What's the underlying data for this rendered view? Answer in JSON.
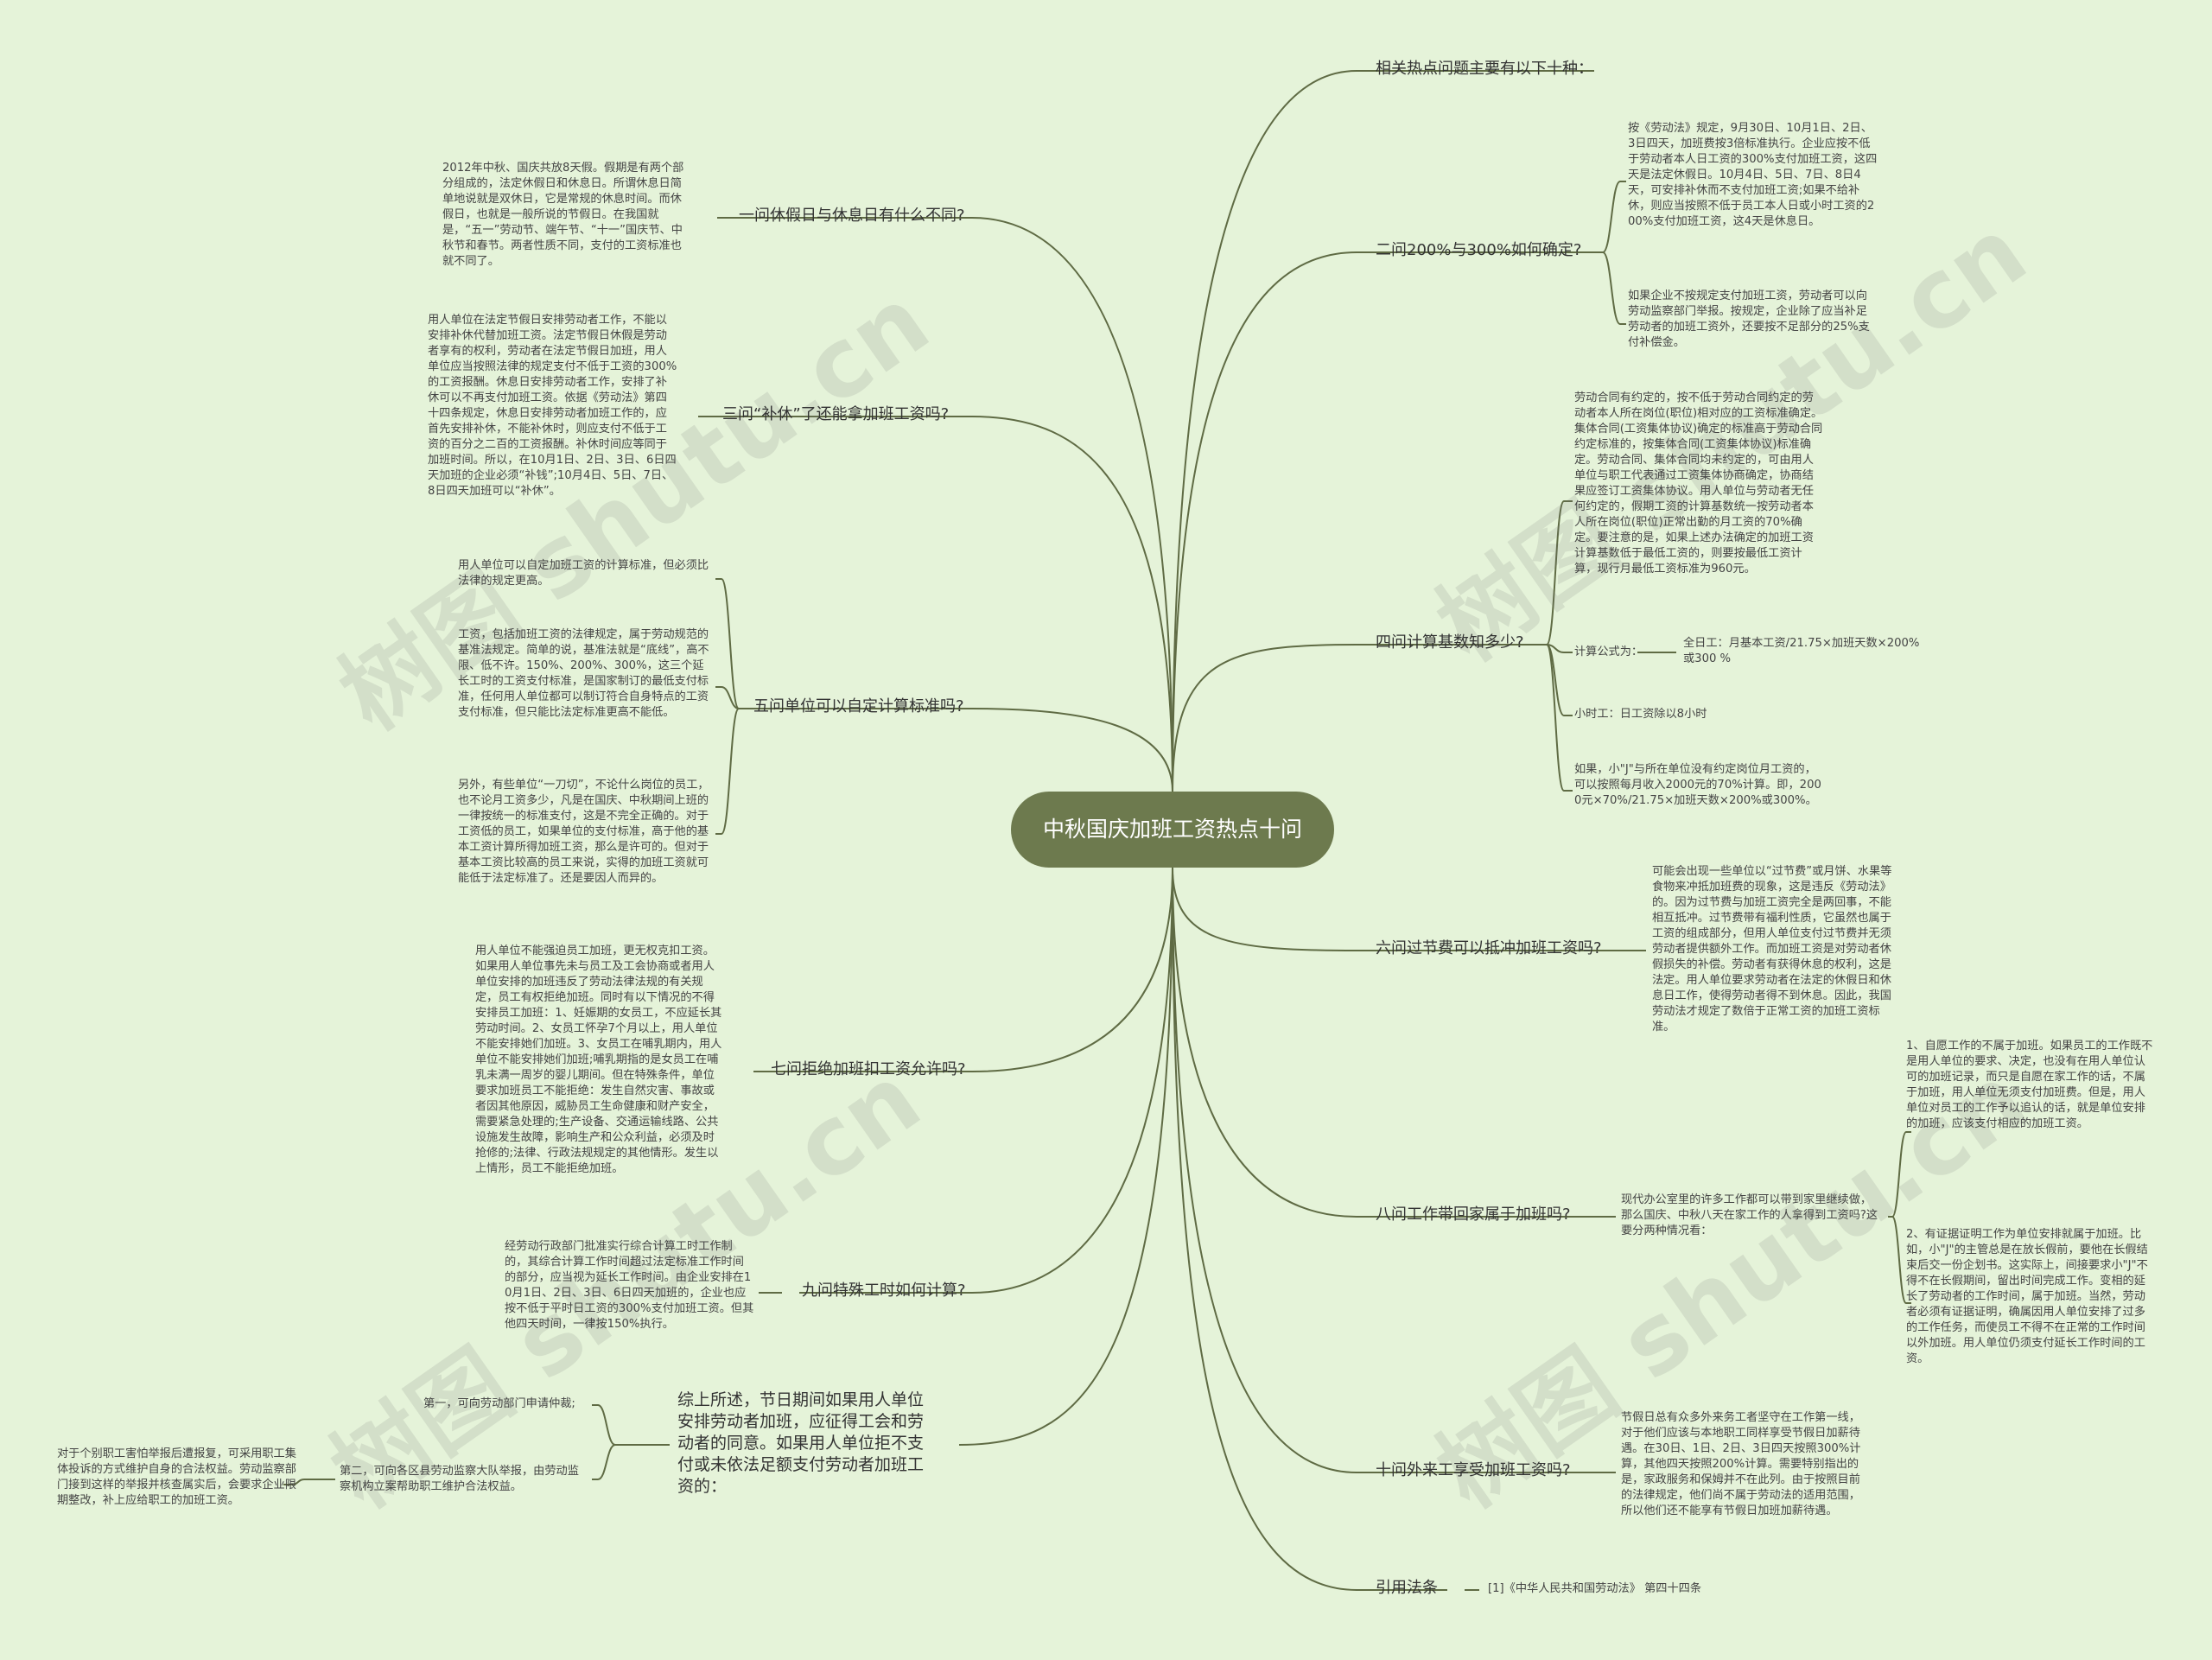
{
  "center": "中秋国庆加班工资热点十问",
  "right": {
    "intro": "相关热点问题主要有以下十种：",
    "q2": {
      "title": "二问200%与300%如何确定?",
      "a1": "按《劳动法》规定，9月30日、10月1日、2日、3日四天，加班费按3倍标准执行。企业应按不低于劳动者本人日工资的300%支付加班工资，这四天是法定休假日。10月4日、5日、7日、8日4天，可安排补休而不支付加班工资;如果不给补休，则应当按照不低于员工本人日或小时工资的200%支付加班工资，这4天是休息日。",
      "a2": "如果企业不按规定支付加班工资，劳动者可以向劳动监察部门举报。按规定，企业除了应当补足劳动者的加班工资外，还要按不足部分的25%支付补偿金。"
    },
    "q4": {
      "title": "四问计算基数知多少?",
      "a1": "劳动合同有约定的，按不低于劳动合同约定的劳动者本人所在岗位(职位)相对应的工资标准确定。集体合同(工资集体协议)确定的标准高于劳动合同约定标准的，按集体合同(工资集体协议)标准确定。劳动合同、集体合同均未约定的，可由用人单位与职工代表通过工资集体协商确定，协商结果应签订工资集体协议。用人单位与劳动者无任何约定的，假期工资的计算基数统一按劳动者本人所在岗位(职位)正常出勤的月工资的70%确定。要注意的是，如果上述办法确定的加班工资计算基数低于最低工资的，则要按最低工资计算，现行月最低工资标准为960元。",
      "formula_label": "计算公式为：",
      "formula": "全日工：月基本工资/21.75×加班天数×200%或300 %",
      "hourly": "小时工：日工资除以8小时",
      "a3": "如果，小\"J\"与所在单位没有约定岗位月工资的，可以按照每月收入2000元的70%计算。即，2000元×70%/21.75×加班天数×200%或300%。"
    },
    "q6": {
      "title": "六问过节费可以抵冲加班工资吗?",
      "a1": "可能会出现一些单位以“过节费”或月饼、水果等食物来冲抵加班费的现象，这是违反《劳动法》的。因为过节费与加班工资完全是两回事，不能相互抵冲。过节费带有福利性质，它虽然也属于工资的组成部分，但用人单位支付过节费并无须劳动者提供额外工作。而加班工资是对劳动者休假损失的补偿。劳动者有获得休息的权利，这是法定。用人单位要求劳动者在法定的休假日和休息日工作，使得劳动者得不到休息。因此，我国劳动法才规定了数倍于正常工资的加班工资标准。"
    },
    "q8": {
      "title": "八问工作带回家属于加班吗?",
      "intro": "现代办公室里的许多工作都可以带到家里继续做，那么国庆、中秋八天在家工作的人拿得到工资吗?这要分两种情况看：",
      "c1": "1、自愿工作的不属于加班。如果员工的工作既不是用人单位的要求、决定，也没有在用人单位认可的加班记录，而只是自愿在家工作的话，不属于加班，用人单位无须支付加班费。但是，用人单位对员工的工作予以追认的话，就是单位安排的加班，应该支付相应的加班工资。",
      "c2": "2、有证据证明工作为单位安排就属于加班。比如，小\"J\"的主管总是在放长假前，要他在长假结束后交一份企划书。这实际上，间接要求小\"J\"不得不在长假期间，留出时间完成工作。变相的延长了劳动者的工作时间，属于加班。当然，劳动者必须有证据证明，确属因用人单位安排了过多的工作任务，而使员工不得不在正常的工作时间以外加班。用人单位仍须支付延长工作时间的工资。"
    },
    "q10": {
      "title": "十问外来工享受加班工资吗?",
      "a1": "节假日总有众多外来务工者坚守在工作第一线，对于他们应该与本地职工同样享受节假日加薪待遇。在30日、1日、2日、3日四天按照300%计算，其他四天按照200%计算。需要特别指出的是，家政服务和保姆并不在此列。由于按照目前的法律规定，他们尚不属于劳动法的适用范围，所以他们还不能享有节假日加班加薪待遇。"
    },
    "law": {
      "title": "引用法条",
      "item": "[1]《中华人民共和国劳动法》 第四十四条"
    }
  },
  "left": {
    "q1": {
      "title": "一问休假日与休息日有什么不同?",
      "a1": "2012年中秋、国庆共放8天假。假期是有两个部分组成的，法定休假日和休息日。所谓休息日简单地说就是双休日，它是常规的休息时间。而休假日，也就是一般所说的节假日。在我国就是，“五一”劳动节、端午节、“十一”国庆节、中秋节和春节。两者性质不同，支付的工资标准也就不同了。"
    },
    "q3": {
      "title": "三问“补休”了还能拿加班工资吗?",
      "a1": "用人单位在法定节假日安排劳动者工作，不能以安排补休代替加班工资。法定节假日休假是劳动者享有的权利，劳动者在法定节假日加班，用人单位应当按照法律的规定支付不低于工资的300%的工资报酬。休息日安排劳动者工作，安排了补休可以不再支付加班工资。依据《劳动法》第四十四条规定，休息日安排劳动者加班工作的，应首先安排补休，不能补休时，则应支付不低于工资的百分之二百的工资报酬。补休时间应等同于加班时间。所以，在10月1日、2日、3日、6日四天加班的企业必须“补钱”;10月4日、5日、7日、8日四天加班可以“补休”。"
    },
    "q5": {
      "title": "五问单位可以自定计算标准吗?",
      "a1": "用人单位可以自定加班工资的计算标准，但必须比法律的规定更高。",
      "a2": "工资，包括加班工资的法律规定，属于劳动规范的基准法规定。简单的说，基准法就是“底线”，高不限、低不许。150%、200%、300%，这三个延长工时的工资支付标准，是国家制订的最低支付标准，任何用人单位都可以制订符合自身特点的工资支付标准，但只能比法定标准更高不能低。",
      "a3": "另外，有些单位“一刀切”，不论什么岗位的员工，也不论月工资多少，凡是在国庆、中秋期间上班的一律按统一的标准支付，这是不完全正确的。对于工资低的员工，如果单位的支付标准，高于他的基本工资计算所得加班工资，那么是许可的。但对于基本工资比较高的员工来说，实得的加班工资就可能低于法定标准了。还是要因人而异的。"
    },
    "q7": {
      "title": "七问拒绝加班扣工资允许吗?",
      "a1": "用人单位不能强迫员工加班，更无权克扣工资。如果用人单位事先未与员工及工会协商或者用人单位安排的加班违反了劳动法律法规的有关规定，员工有权拒绝加班。同时有以下情况的不得安排员工加班：1、妊娠期的女员工，不应延长其劳动时间。2、女员工怀孕7个月以上，用人单位不能安排她们加班。3、女员工在哺乳期内，用人单位不能安排她们加班;哺乳期指的是女员工在哺乳未满一周岁的婴儿期间。但在特殊条件，单位要求加班员工不能拒绝：发生自然灾害、事故或者因其他原因，威胁员工生命健康和财产安全，需要紧急处理的;生产设备、交通运输线路、公共设施发生故障，影响生产和公众利益，必须及时抢修的;法律、行政法规规定的其他情形。发生以上情形，员工不能拒绝加班。"
    },
    "q9": {
      "title": "九问特殊工时如何计算?",
      "a1": "经劳动行政部门批准实行综合计算工时工作制的，其综合计算工作时间超过法定标准工作时间的部分，应当视为延长工作时间。由企业安排在10月1日、2日、3日、6日四天加班的，企业也应按不低于平时日工资的300%支付加班工资。但其他四天时间，一律按150%执行。"
    },
    "summary": {
      "title": "综上所述，节日期间如果用人单位安排劳动者加班，应征得工会和劳动者的同意。如果用人单位拒不支付或未依法足额支付劳动者加班工资的：",
      "w1": "第一，可向劳动部门申请仲裁;",
      "w2": "第二，可向各区县劳动监察大队举报，由劳动监察机构立案帮助职工维护合法权益。",
      "w2_detail": "对于个别职工害怕举报后遭报复，可采用职工集体投诉的方式维护自身的合法权益。劳动监察部门接到这样的举报并核查属实后，会要求企业限期整改，补上应给职工的加班工资。"
    }
  },
  "watermark": [
    "树图 shutu.cn",
    "树图 shutu.cn",
    "树图 shutu.cn",
    "树图 shutu.cn"
  ],
  "colors": {
    "background": "#e5f3d9",
    "center": "#6d7a4e",
    "line": "#5f6b44"
  }
}
